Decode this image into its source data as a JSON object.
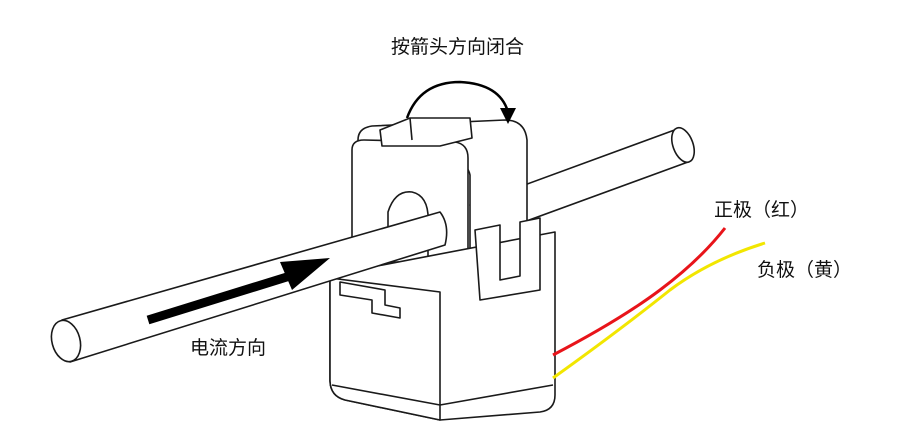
{
  "labels": {
    "close_direction": "按箭头方向闭合",
    "positive": "正极（红）",
    "negative": "负极（黄）",
    "current_direction": "电流方向"
  },
  "colors": {
    "positive_wire": "#e8141a",
    "negative_wire": "#f2e600",
    "outline": "#1a1a1a",
    "body_fill": "#ffffff"
  }
}
